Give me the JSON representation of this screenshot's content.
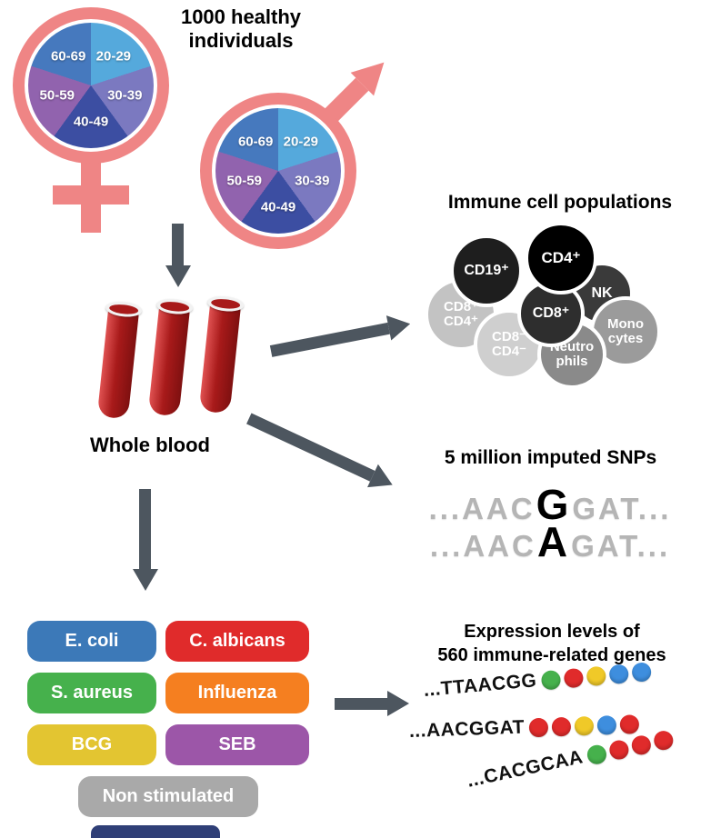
{
  "theme": {
    "arrow": "#4D565F",
    "symbol_pink": "#EF8585",
    "blood_red": "#A81A1A",
    "seq_gray": "#B5B5B5",
    "cropped_navy": "#2F3F77"
  },
  "header": {
    "title": "1000 healthy\nindividuals"
  },
  "pie": {
    "labels": {
      "tl": "60-69",
      "tr": "20-29",
      "r": "30-39",
      "b": "40-49",
      "l": "50-59"
    },
    "colors": {
      "tr": "#55A9DC",
      "r": "#7B79C0",
      "b": "#3C4EA2",
      "l": "#9163AE",
      "tl": "#4679BE"
    }
  },
  "blood": {
    "label": "Whole blood"
  },
  "immune": {
    "title": "Immune cell populations",
    "cells": [
      {
        "label": "CD19⁺",
        "color": "#1E1E1E"
      },
      {
        "label": "CD4⁺",
        "color": "#000000"
      },
      {
        "label": "NK",
        "color": "#3A3A3A"
      },
      {
        "label": "CD8⁺",
        "color": "#2E2E2E"
      },
      {
        "label": "CD8⁺\nCD4⁺",
        "color": "#C3C3C3"
      },
      {
        "label": "Mono\ncytes",
        "color": "#9B9B9B"
      },
      {
        "label": "CD8⁻\nCD4⁻",
        "color": "#CFCFCF"
      },
      {
        "label": "Neutro\nphils",
        "color": "#8A8A8A"
      }
    ]
  },
  "snps": {
    "title": "5 million imputed SNPs",
    "rows": [
      {
        "pre": "...AAC",
        "variant": "G",
        "post": "GAT..."
      },
      {
        "pre": "...AAC",
        "variant": "A",
        "post": "GAT..."
      }
    ]
  },
  "stimuli": {
    "items": [
      {
        "label": "E. coli",
        "color": "#3C79B8"
      },
      {
        "label": "C. albicans",
        "color": "#E02B2B"
      },
      {
        "label": "S. aureus",
        "color": "#46B14C"
      },
      {
        "label": "Influenza",
        "color": "#F57F20"
      },
      {
        "label": "BCG",
        "color": "#E3C531"
      },
      {
        "label": "SEB",
        "color": "#9C56A8"
      },
      {
        "label": "Non stimulated",
        "color": "#A9A9A9"
      }
    ]
  },
  "expression": {
    "title": "Expression levels of\n560 immune-related genes",
    "rows": [
      {
        "seq": "...TTAACGG",
        "dots": [
          "#46B14C",
          "#E02B2B",
          "#F0C928",
          "#3E8EDE",
          "#3E8EDE"
        ]
      },
      {
        "seq": "...AACGGAT",
        "dots": [
          "#E02B2B",
          "#E02B2B",
          "#F0C928",
          "#3E8EDE",
          "#E02B2B"
        ]
      },
      {
        "seq": "...CACGCAA",
        "dots": [
          "#46B14C",
          "#E02B2B",
          "#E02B2B",
          "#E02B2B"
        ]
      }
    ]
  }
}
